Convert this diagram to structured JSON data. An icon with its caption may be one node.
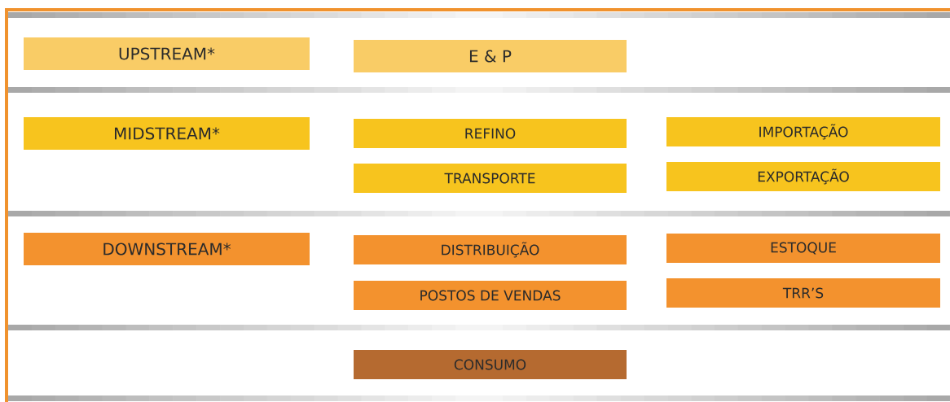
{
  "diagram": {
    "nodes": [
      {
        "text": [
          "UPSTREAM*"
        ]
      },
      {
        "text": [
          "E & P"
        ]
      },
      {
        "text": [
          "MIDSTREAM*"
        ]
      },
      {
        "text": [
          "REFINO"
        ]
      },
      {
        "text": [
          "IMPORTAÇÃO"
        ]
      },
      {
        "text": [
          "TRANSPORTE"
        ]
      },
      {
        "text": [
          "EXPORTAÇÃO"
        ]
      },
      {
        "text": [
          "DOWNSTREAM*"
        ]
      },
      {
        "text": [
          "DISTRIBUIÇÃO"
        ]
      },
      {
        "text": [
          "ESTOQUE"
        ]
      },
      {
        "text": [
          "POSTOS DE VENDAS"
        ]
      },
      {
        "text": [
          "TRR’S"
        ]
      },
      {
        "text": [
          "CONSUMO"
        ]
      }
    ]
  }
}
